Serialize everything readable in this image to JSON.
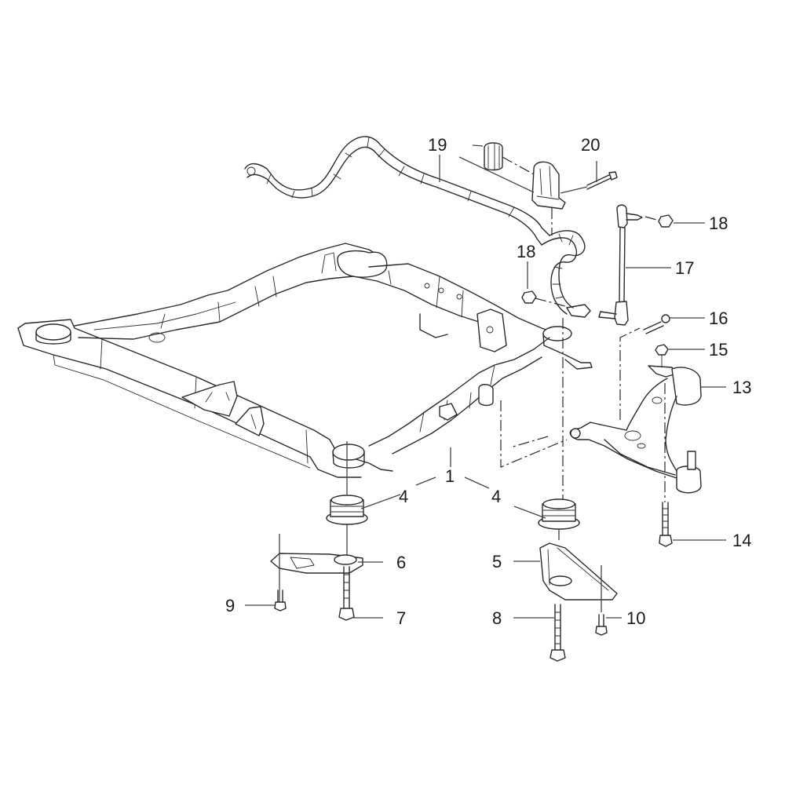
{
  "diagram": {
    "type": "exploded-parts-diagram",
    "callouts": [
      {
        "id": "1",
        "label": "1"
      },
      {
        "id": "4a",
        "label": "4"
      },
      {
        "id": "4b",
        "label": "4"
      },
      {
        "id": "5",
        "label": "5"
      },
      {
        "id": "6",
        "label": "6"
      },
      {
        "id": "7",
        "label": "7"
      },
      {
        "id": "8",
        "label": "8"
      },
      {
        "id": "9",
        "label": "9"
      },
      {
        "id": "10",
        "label": "10"
      },
      {
        "id": "13",
        "label": "13"
      },
      {
        "id": "14",
        "label": "14"
      },
      {
        "id": "15",
        "label": "15"
      },
      {
        "id": "16",
        "label": "16"
      },
      {
        "id": "17",
        "label": "17"
      },
      {
        "id": "18a",
        "label": "18"
      },
      {
        "id": "18b",
        "label": "18"
      },
      {
        "id": "19",
        "label": "19"
      },
      {
        "id": "20",
        "label": "20"
      }
    ]
  }
}
